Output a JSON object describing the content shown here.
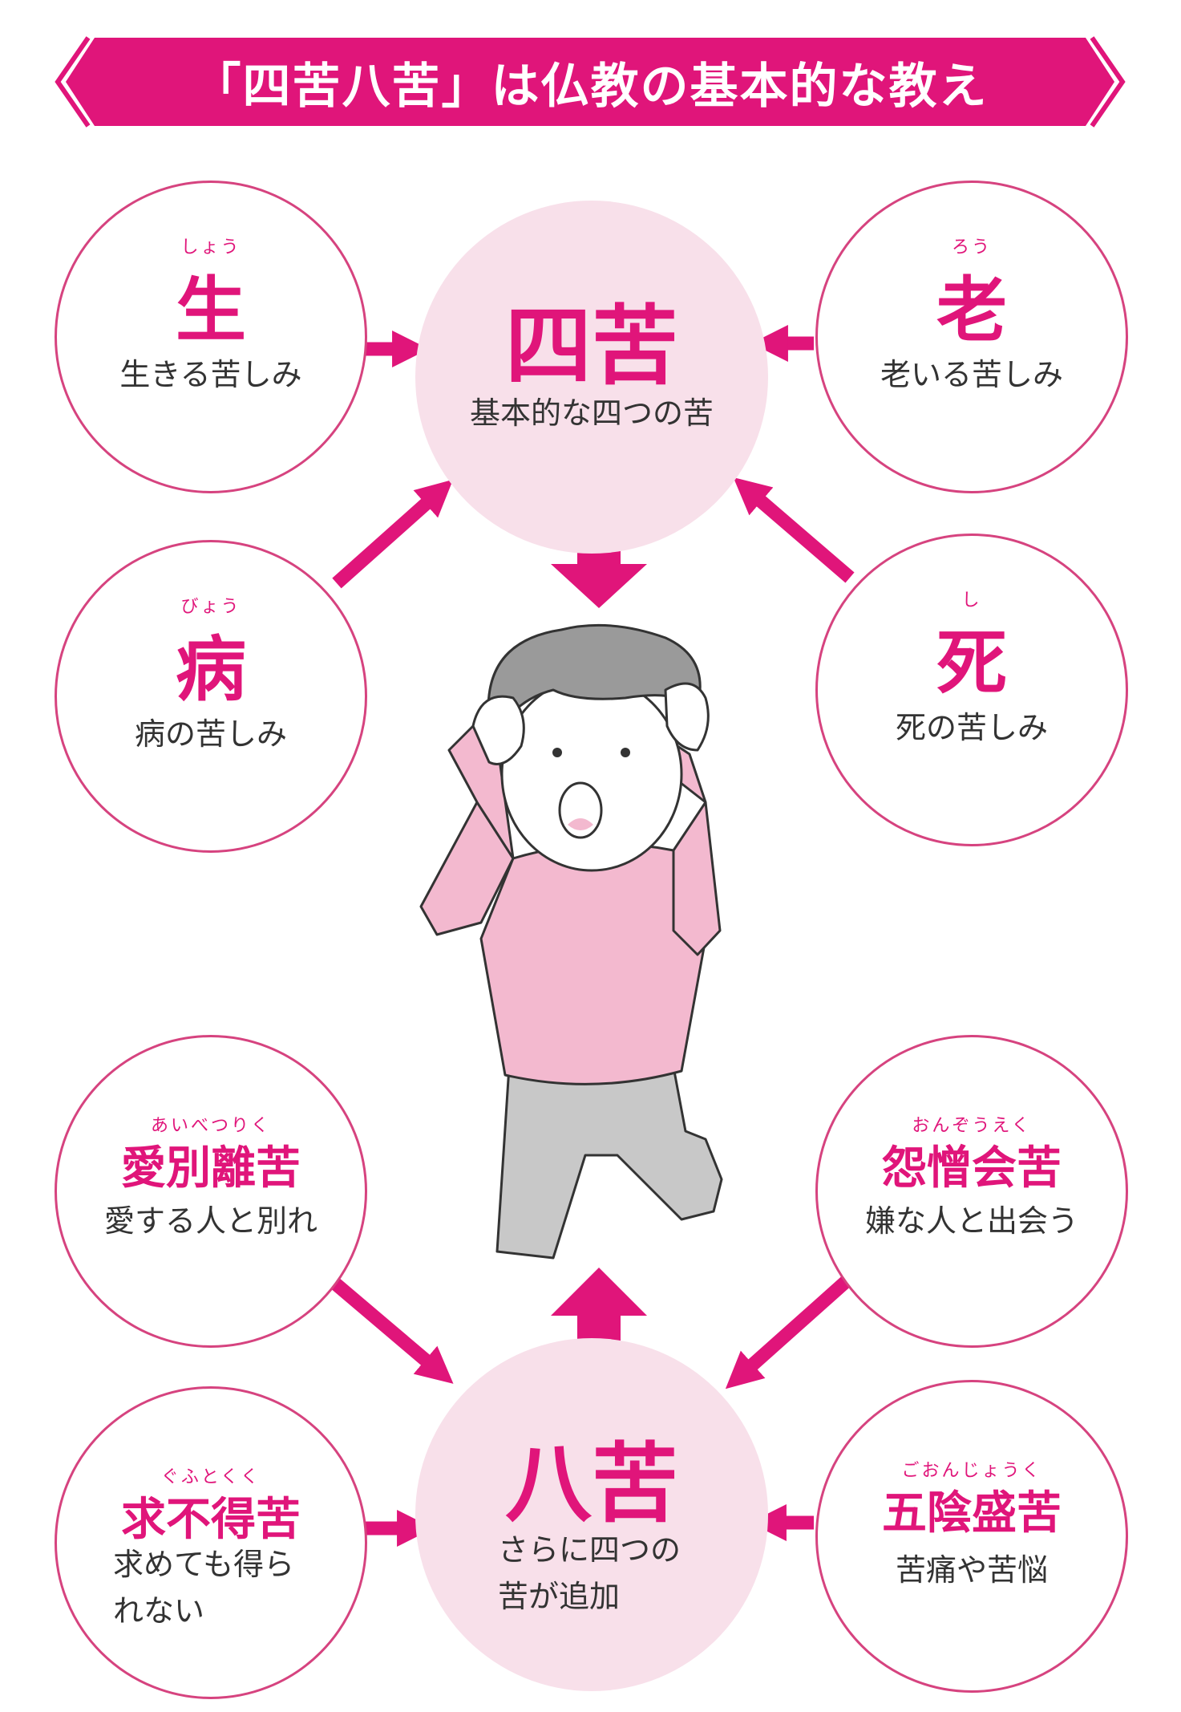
{
  "header": {
    "title": "「四苦八苦」は仏教の基本的な教え"
  },
  "colors": {
    "accent": "#e0157a",
    "center_fill": "#f8e0ea",
    "border": "#d6437f",
    "shirt": "#f3b9cf",
    "pants": "#c8c8c8"
  },
  "center_top": {
    "title": "四苦",
    "desc": "基本的な四つの苦"
  },
  "center_bottom": {
    "title": "八苦",
    "desc_line1": "さらに四つの",
    "desc_line2": "苦が追加"
  },
  "nodes": {
    "sho": {
      "ruby": "しょう",
      "title": "生",
      "desc": "生きる苦しみ"
    },
    "ro": {
      "ruby": "ろう",
      "title": "老",
      "desc": "老いる苦しみ"
    },
    "byo": {
      "ruby": "びょう",
      "title": "病",
      "desc": "病の苦しみ"
    },
    "shi": {
      "ruby": "し",
      "title": "死",
      "desc": "死の苦しみ"
    },
    "aibetsuriku": {
      "ruby": "あいべつりく",
      "title": "愛別離苦",
      "desc": "愛する人と別れ"
    },
    "onzoeku": {
      "ruby": "おんぞうえく",
      "title": "怨憎会苦",
      "desc": "嫌な人と出会う"
    },
    "gufutokuku": {
      "ruby": "ぐふとくく",
      "title": "求不得苦",
      "desc_line1": "求めても得ら",
      "desc_line2": "れない"
    },
    "goonjoku": {
      "ruby": "ごおんじょうく",
      "title": "五陰盛苦",
      "desc": "苦痛や苦悩"
    }
  },
  "illustration": {
    "subject": "kneeling-person-holding-head"
  }
}
